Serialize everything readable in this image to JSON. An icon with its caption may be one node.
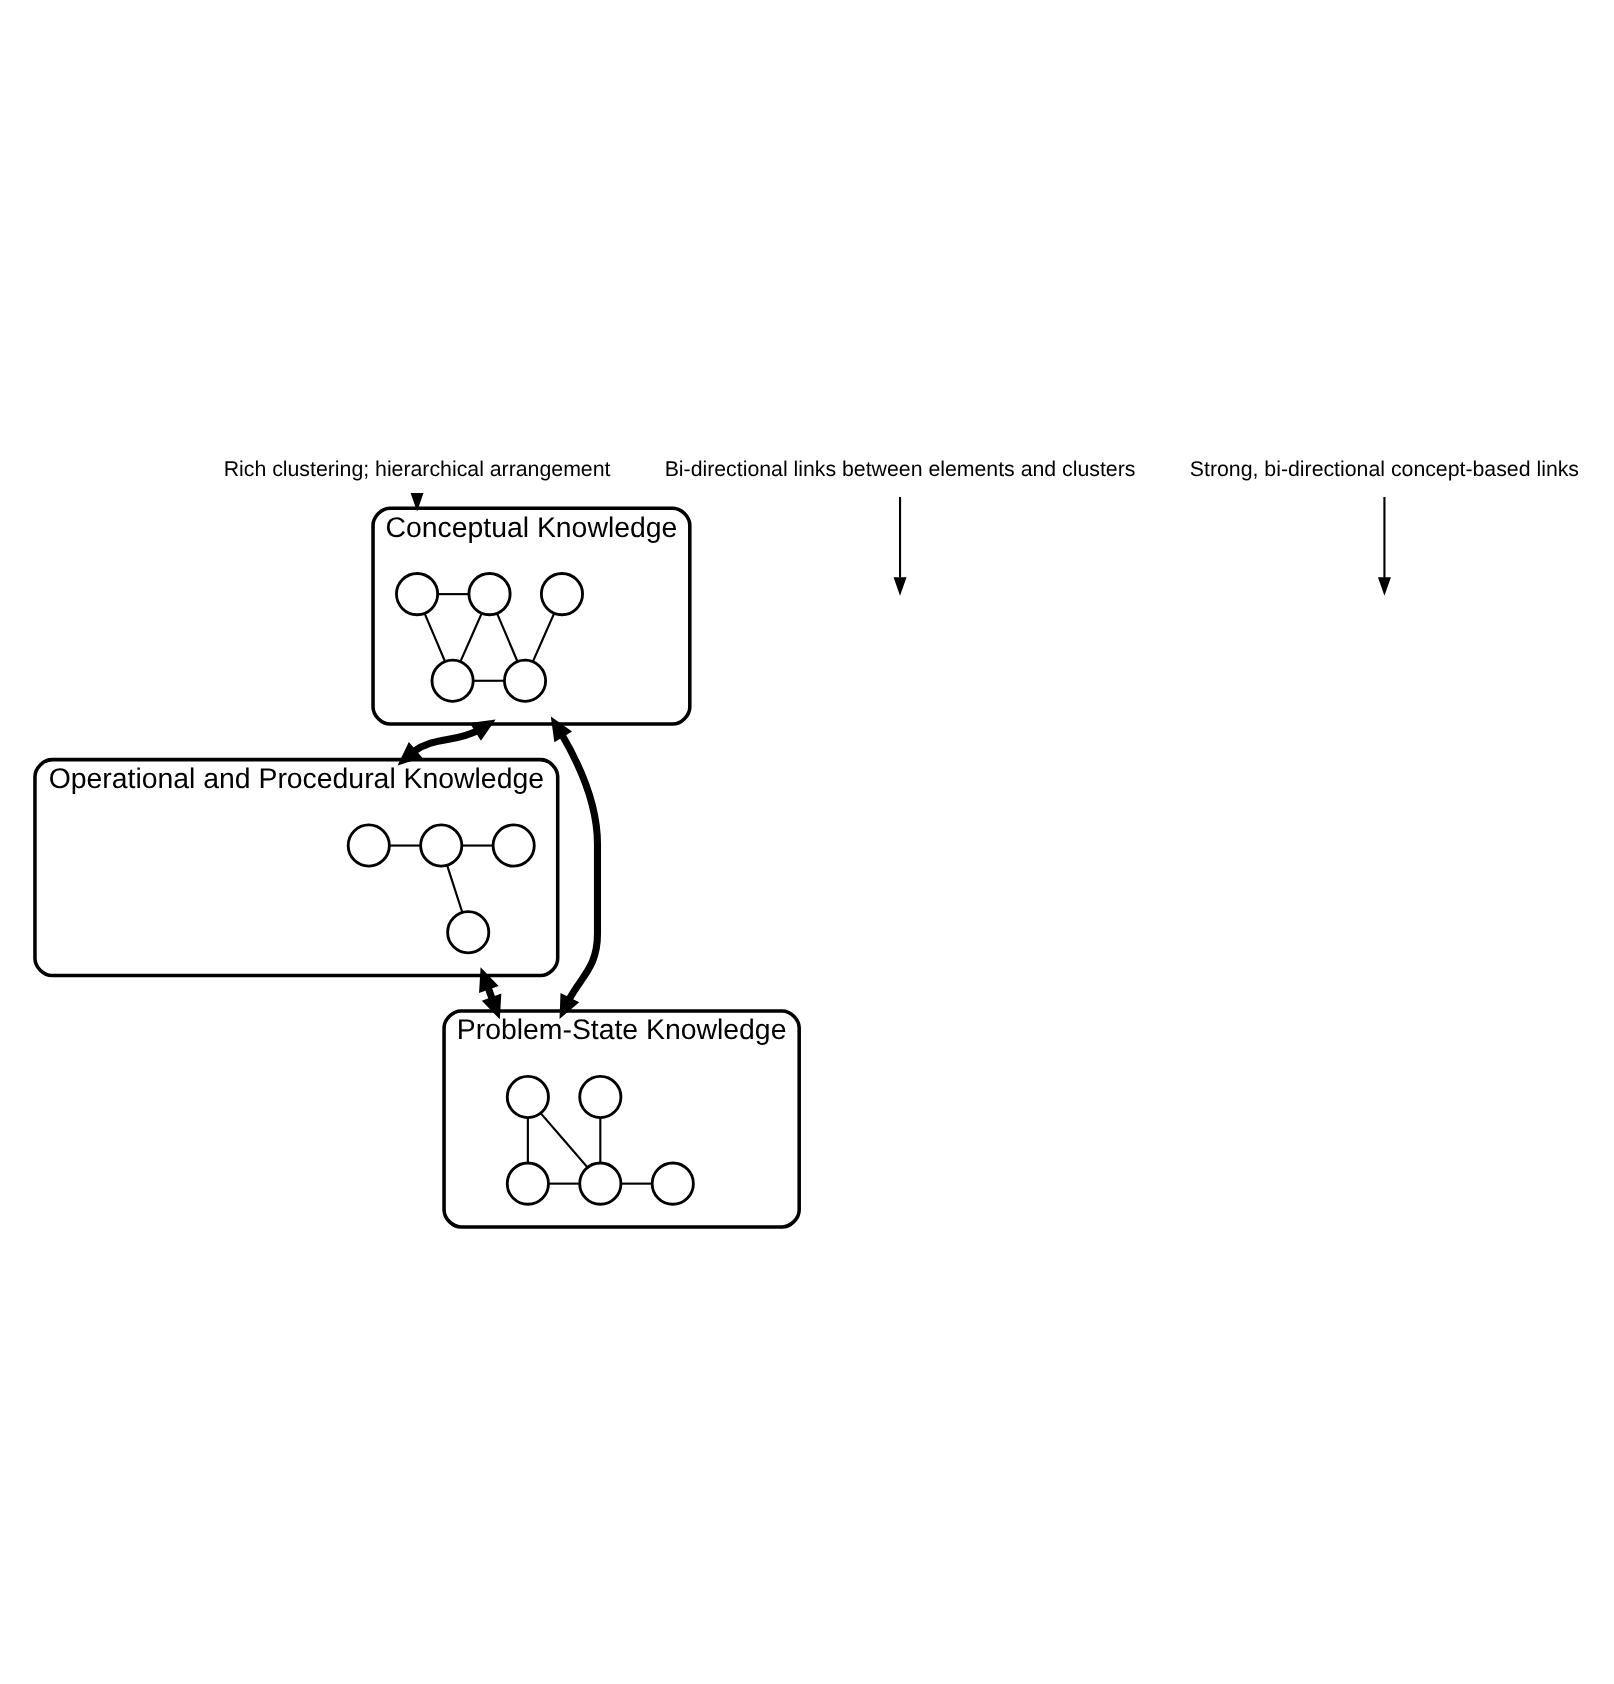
{
  "diagram": {
    "nodes": [
      {
        "text": [
          "Conceptual Knowledge"
        ]
      },
      {
        "text": [],
        "shape": "circle",
        "in": 0
      },
      {
        "text": [],
        "shape": "circle",
        "in": 0
      },
      {
        "text": [],
        "shape": "circle",
        "in": 0
      },
      {
        "text": [],
        "shape": "circle",
        "in": 0
      },
      {
        "text": [],
        "shape": "circle",
        "in": 0
      },
      {
        "text": [
          "Operational and Procedural Knowledge"
        ]
      },
      {
        "text": [],
        "shape": "circle",
        "in": 6
      },
      {
        "text": [],
        "shape": "circle",
        "in": 6
      },
      {
        "text": [],
        "shape": "circle",
        "in": 6
      },
      {
        "text": [],
        "shape": "circle",
        "in": 6
      },
      {
        "text": [
          "Problem-State Knowledge"
        ]
      },
      {
        "text": [],
        "shape": "circle",
        "in": 11
      },
      {
        "text": [],
        "shape": "circle",
        "in": 11
      },
      {
        "text": [],
        "shape": "circle",
        "in": 11
      },
      {
        "text": [],
        "shape": "circle",
        "in": 11
      },
      {
        "text": [],
        "shape": "circle",
        "in": 11
      },
      {
        "text": [
          "Rich clustering; hierarchical arrangement"
        ]
      },
      {
        "text": [
          "Bi-directional links between elements and clusters"
        ]
      },
      {
        "text": [
          "Strong, bi-directional concept-based links"
        ]
      }
    ],
    "edges": [
      {
        "from": 1,
        "to": 2,
        "arrow": "none"
      },
      {
        "from": 1,
        "to": 4,
        "arrow": "none"
      },
      {
        "from": 2,
        "to": 4,
        "arrow": "none"
      },
      {
        "from": 2,
        "to": 5,
        "arrow": "none"
      },
      {
        "from": 4,
        "to": 5,
        "arrow": "none"
      },
      {
        "from": 3,
        "to": 5,
        "arrow": "none"
      },
      {
        "from": 7,
        "to": 8,
        "arrow": "none"
      },
      {
        "from": 8,
        "to": 9,
        "arrow": "none"
      },
      {
        "from": 8,
        "to": 10,
        "arrow": "none"
      },
      {
        "from": 12,
        "to": 14,
        "arrow": "none"
      },
      {
        "from": 12,
        "to": 15,
        "arrow": "none"
      },
      {
        "from": 13,
        "to": 15,
        "arrow": "none"
      },
      {
        "from": 14,
        "to": 15,
        "arrow": "none"
      },
      {
        "from": 15,
        "to": 16,
        "arrow": "none"
      },
      {
        "from": 0,
        "to": 11,
        "arrow": "both",
        "style": "thick"
      },
      {
        "from": 0,
        "to": 6,
        "arrow": "both",
        "style": "thick"
      },
      {
        "from": 6,
        "to": 11,
        "arrow": "both",
        "style": "thick"
      },
      {
        "from": 17,
        "to": 0,
        "arrow": "to"
      },
      {
        "from": 18,
        "to": null,
        "arrow": "to"
      },
      {
        "from": 19,
        "to": null,
        "arrow": "to"
      }
    ]
  }
}
